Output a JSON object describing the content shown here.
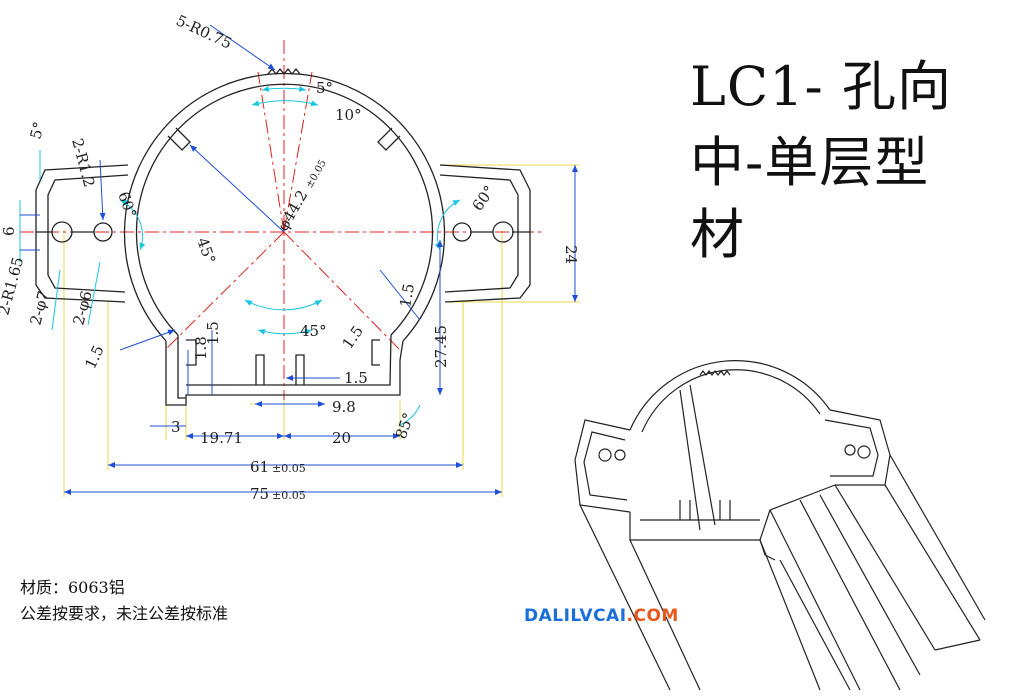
{
  "title": {
    "line1": "LC1- 孔向",
    "line2": "中-单层型",
    "line3": "材"
  },
  "notes": {
    "material": "材质：6063铝",
    "tolerance": "公差按要求，未注公差按标准"
  },
  "watermark": {
    "part1": "DALILVCAI",
    "part2": ".COM"
  },
  "dimensions": {
    "r075": "5-R0.75",
    "a5_top": "5°",
    "a10": "10°",
    "a5_left": "5°",
    "r12": "2-R1.2",
    "a60_left": "60°",
    "a60_right": "60°",
    "dia": "φ44.2",
    "dia_tol": "±0.05",
    "a45_left": "45°",
    "a45_bottom": "45°",
    "d6": "6",
    "r165": "2-R1.65",
    "d2_47": "2-φ7",
    "d2_6": "2-φ6",
    "d15_left": "1.5",
    "d18": "1.8",
    "d15_mid": "1.5",
    "d15_right": "1.5",
    "d15_slot": "1.5",
    "d2745": "27.45",
    "d24": "24",
    "d98": "9.8",
    "a85": "85°",
    "d3": "3",
    "d1971": "19.71",
    "d20": "20",
    "d61": "61",
    "d61_tol": "±0.05",
    "d75": "75",
    "d75_tol": "±0.05"
  },
  "colors": {
    "outline": "#222222",
    "dimension": "#1f4fd6",
    "extension": "#e8d94a",
    "centerline": "#e02020",
    "cyan": "#19c8e0"
  }
}
